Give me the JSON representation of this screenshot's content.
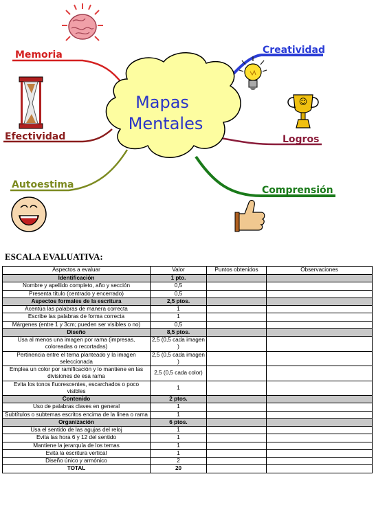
{
  "mindmap": {
    "center_text": [
      "Mapas",
      "Mentales"
    ],
    "branches": {
      "memoria": "Memoria",
      "creatividad": "Creatividad",
      "efectividad": "Efectividad",
      "logros": "Logros",
      "autoestima": "Autoestima",
      "comprension": "Comprensión"
    },
    "colors": {
      "cloud_fill": "#fdfda0",
      "center_text": "#2b35c8",
      "memoria": "#d42020",
      "creatividad": "#2a3cd6",
      "efectividad": "#8a1c1c",
      "logros": "#8a1c3a",
      "autoestima": "#7c8a20",
      "comprension": "#1a7a1a"
    },
    "icons": [
      "brain-icon",
      "hourglass-icon",
      "lightbulb-icon",
      "trophy-icon",
      "smiley-face-icon",
      "thumbs-up-icon"
    ]
  },
  "section_title": "ESCALA EVALUATIVA:",
  "table": {
    "headers": [
      "Aspectos a evaluar",
      "Valor",
      "Puntos obtenidos",
      "Observaciones"
    ],
    "rows": [
      {
        "type": "cat",
        "aspect": "Identificación",
        "value": "1 pto."
      },
      {
        "type": "item",
        "aspect": "Nombre y apellido completo, año y sección",
        "value": "0,5"
      },
      {
        "type": "item",
        "aspect": "Presenta título (centrado y encerrado)",
        "value": "0,5"
      },
      {
        "type": "cat",
        "aspect": "Aspectos formales de la escritura",
        "value": "2,5 ptos."
      },
      {
        "type": "item",
        "aspect": "Acentúa las palabras de manera correcta",
        "value": "1"
      },
      {
        "type": "item",
        "aspect": "Escribe las palabras de forma correcta",
        "value": "1"
      },
      {
        "type": "item",
        "aspect": "Márgenes (entre 1 y 3cm; pueden ser visibles o no)",
        "value": "0,5"
      },
      {
        "type": "cat",
        "aspect": "Diseño",
        "value": "8,5 ptos."
      },
      {
        "type": "item",
        "aspect": "Usa al menos una imagen por rama (impresas, coloreadas o recortadas)",
        "value": "2,5 (0,5 cada imagen )"
      },
      {
        "type": "item",
        "aspect": "Pertinencia entre el tema planteado y la imagen seleccionada",
        "value": "2,5 (0,5 cada imagen )"
      },
      {
        "type": "item",
        "aspect": "Emplea un color por ramificación y lo mantiene en las divisiones de esa rama",
        "value": "2,5  (0,5 cada color)"
      },
      {
        "type": "item",
        "aspect": "Evita los tonos fluorescentes, escarchados o poco visibles",
        "value": "1"
      },
      {
        "type": "cat",
        "aspect": "Contenido",
        "value": "2 ptos."
      },
      {
        "type": "item",
        "aspect": "Uso de palabras claves en general",
        "value": "1"
      },
      {
        "type": "item",
        "aspect": "Subtítulos o subtemas escritos encima de la línea o rama",
        "value": "1"
      },
      {
        "type": "cat",
        "aspect": "Organización",
        "value": "6 ptos."
      },
      {
        "type": "item",
        "aspect": "Usa el sentido de las agujas del reloj",
        "value": "1"
      },
      {
        "type": "item",
        "aspect": "Evita las hora 6 y 12 del sentido",
        "value": "1"
      },
      {
        "type": "item",
        "aspect": "Mantiene la jerarquía de los temas",
        "value": "1"
      },
      {
        "type": "item",
        "aspect": "Evita la escritura vertical",
        "value": "1"
      },
      {
        "type": "item",
        "aspect": "Diseño único y armónico",
        "value": "2"
      },
      {
        "type": "total",
        "aspect": "TOTAL",
        "value": "20"
      }
    ]
  }
}
